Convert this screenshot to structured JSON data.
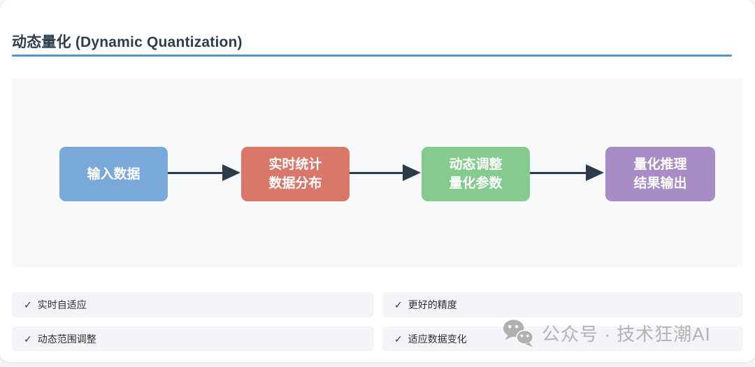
{
  "title": "动态量化 (Dynamic Quantization)",
  "flow": {
    "steps": [
      {
        "name": "input",
        "line1": "输入数据",
        "line2": "",
        "color": "#79a9d8"
      },
      {
        "name": "stats",
        "line1": "实时统计",
        "line2": "数据分布",
        "color": "#d9776b"
      },
      {
        "name": "adjust",
        "line1": "动态调整",
        "line2": "量化参数",
        "color": "#85cb8f"
      },
      {
        "name": "output",
        "line1": "量化推理",
        "line2": "结果输出",
        "color": "#a78cc5"
      }
    ],
    "arrow_color": "#2d3a4a",
    "panel_background": "#f7f8fa"
  },
  "features": [
    {
      "check": "✓",
      "label": "实时自适应"
    },
    {
      "check": "✓",
      "label": "动态范围调整"
    },
    {
      "check": "✓",
      "label": "更好的精度"
    },
    {
      "check": "✓",
      "label": "适应数据变化"
    }
  ],
  "watermark": {
    "icon": "wechat-icon",
    "text": "公众号 · 技术狂潮AI",
    "color": "#b3b3b3"
  },
  "colors": {
    "title_text": "#2c3e50",
    "title_underline": "#5593d0",
    "feature_background": "#f2f4f7",
    "card_background": "#ffffff"
  }
}
